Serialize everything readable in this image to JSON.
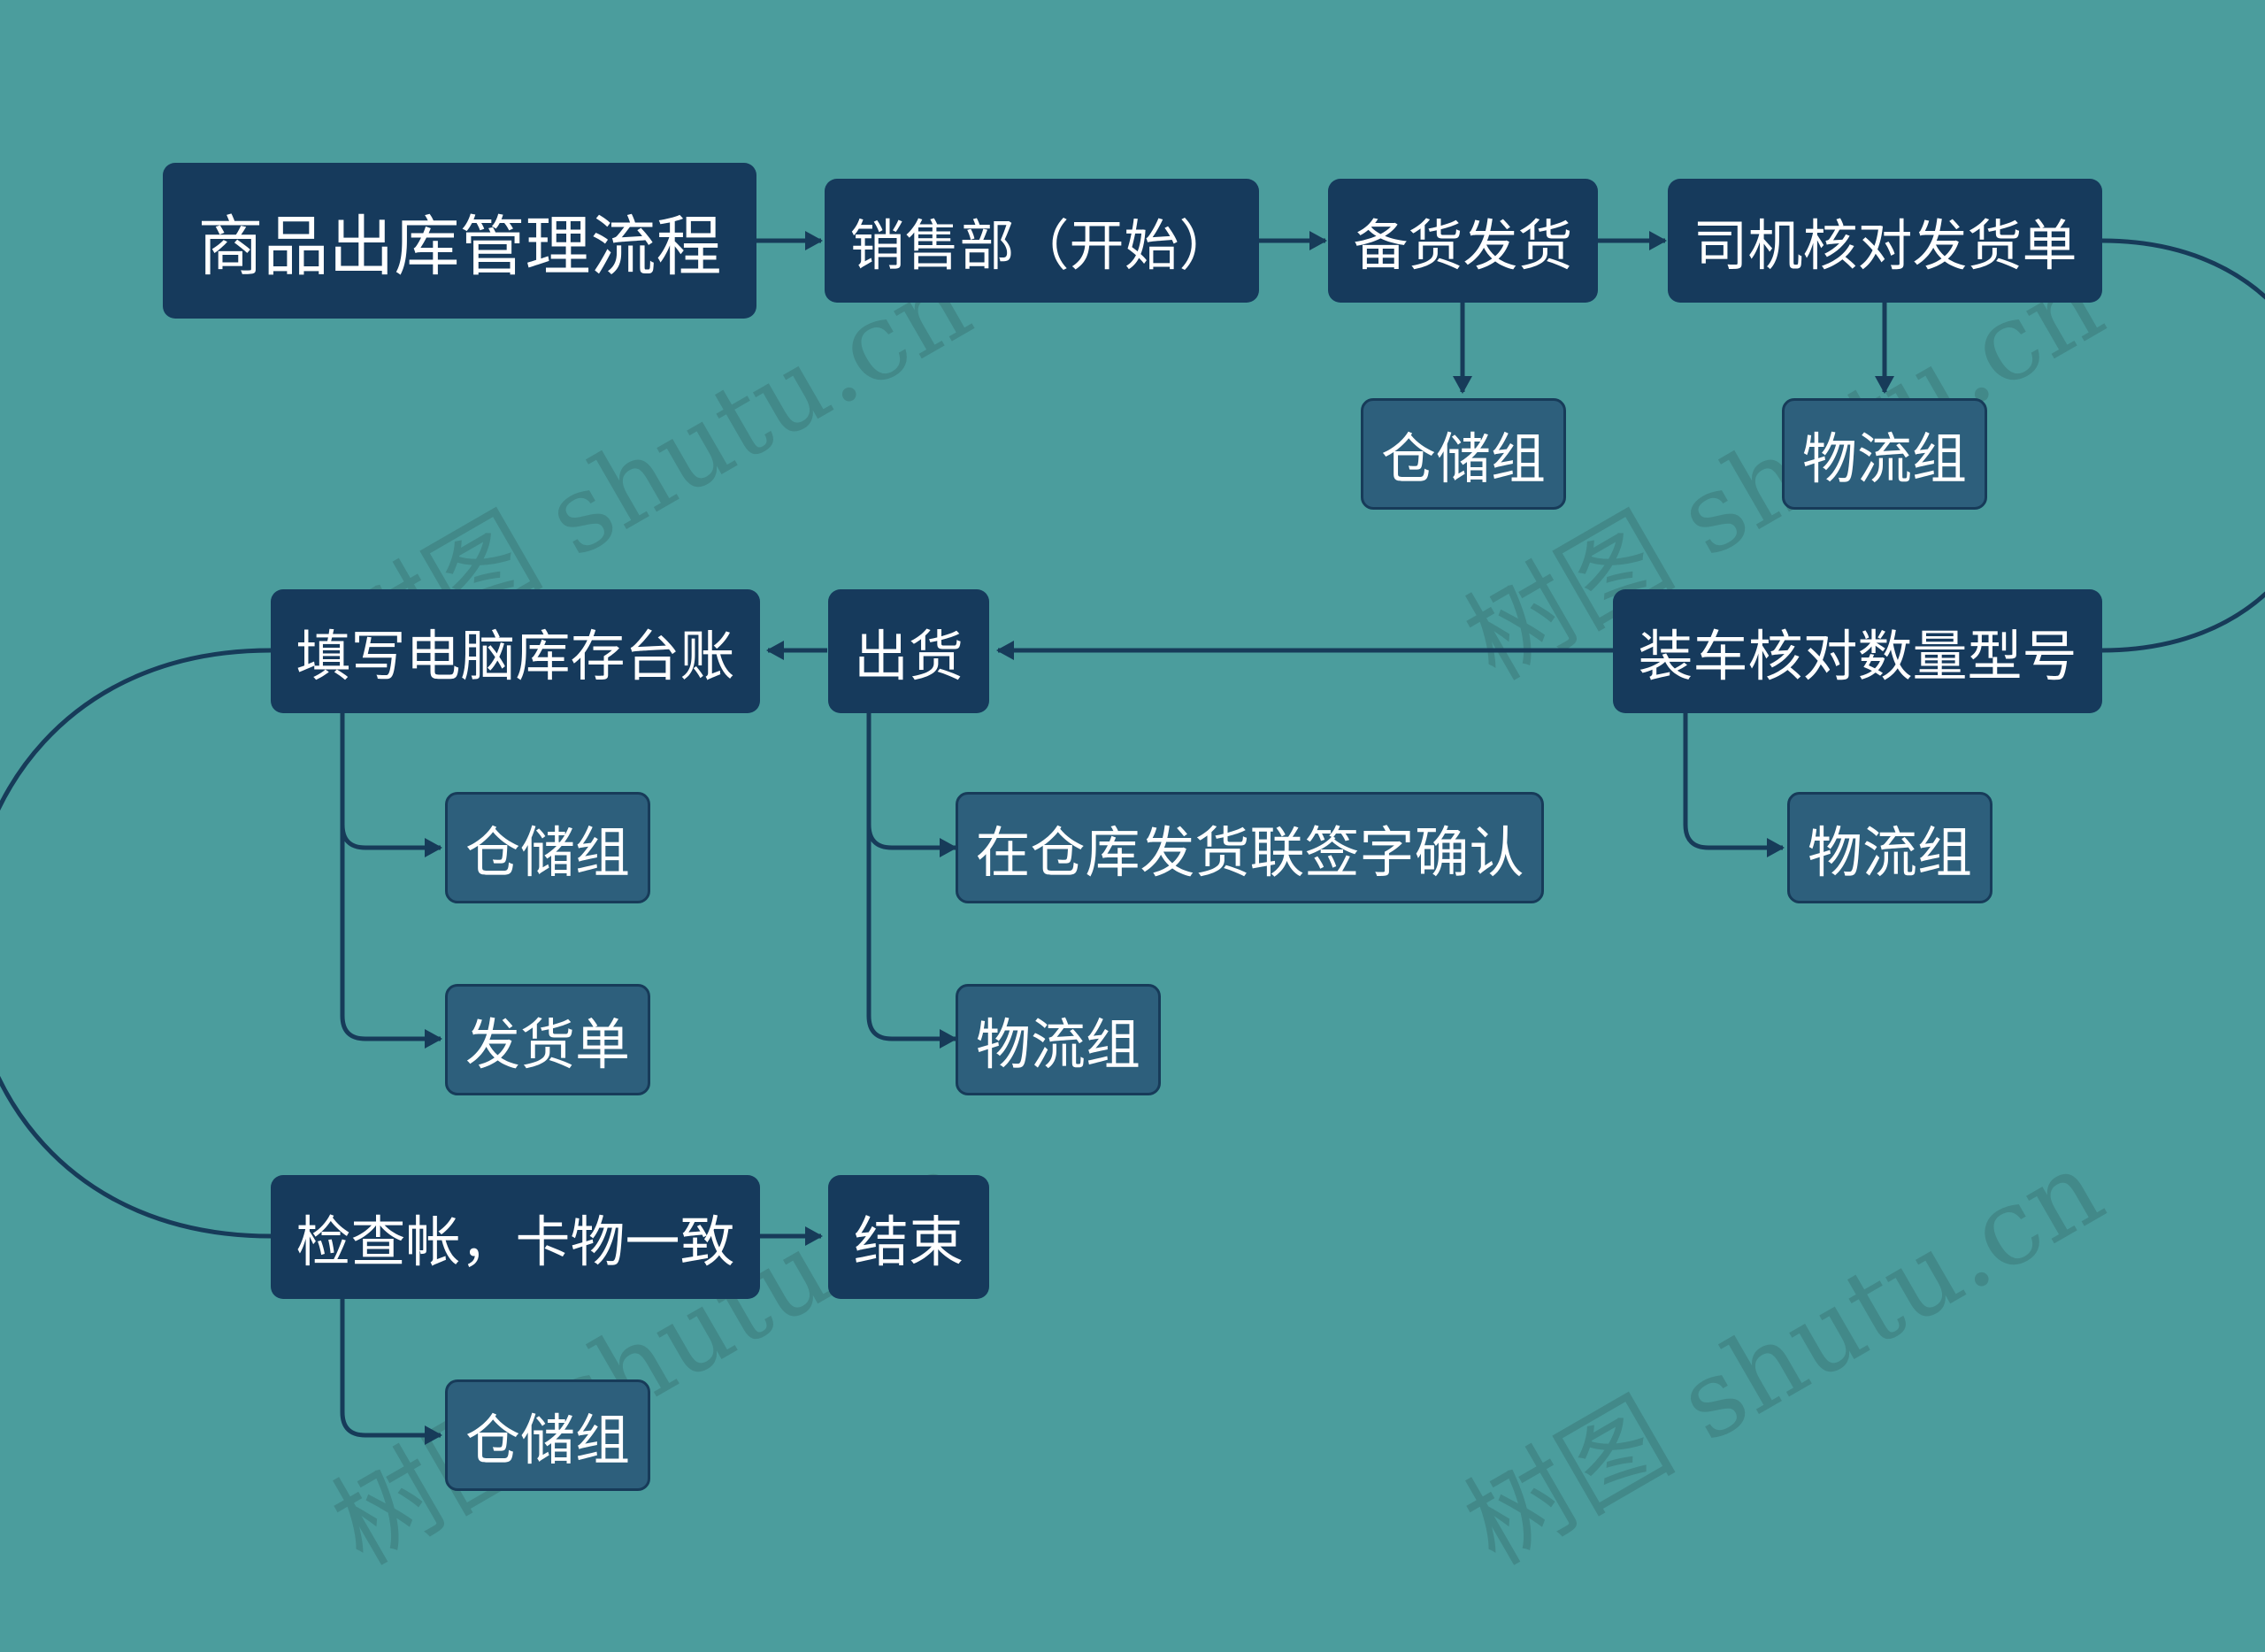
{
  "title": "商品出库管理流程",
  "flow": {
    "start": "销售部（开始）",
    "prepare": "备货发货",
    "driver_check": "司机核对发货单",
    "load_check": "装车核对数量型号",
    "ship": "出货",
    "fill_ledger": "填写电脑库存台账",
    "audit": "检查帐，卡物一致",
    "end": "结束"
  },
  "sub_nodes": {
    "prepare_owner": "仓储组",
    "driver_owner": "物流组",
    "load_owner": "物流组",
    "ship_confirm": "在仓库发货联签字确认",
    "ship_owner": "物流组",
    "ledger_owner": "仓储组",
    "ledger_doc": "发货单",
    "audit_owner": "仓储组"
  },
  "watermark": "树图 shutu.cn",
  "colors": {
    "background": "#4b9d9d",
    "node_main": "#163a5c",
    "node_sub": "#2d5f7c",
    "line": "#173b59"
  }
}
